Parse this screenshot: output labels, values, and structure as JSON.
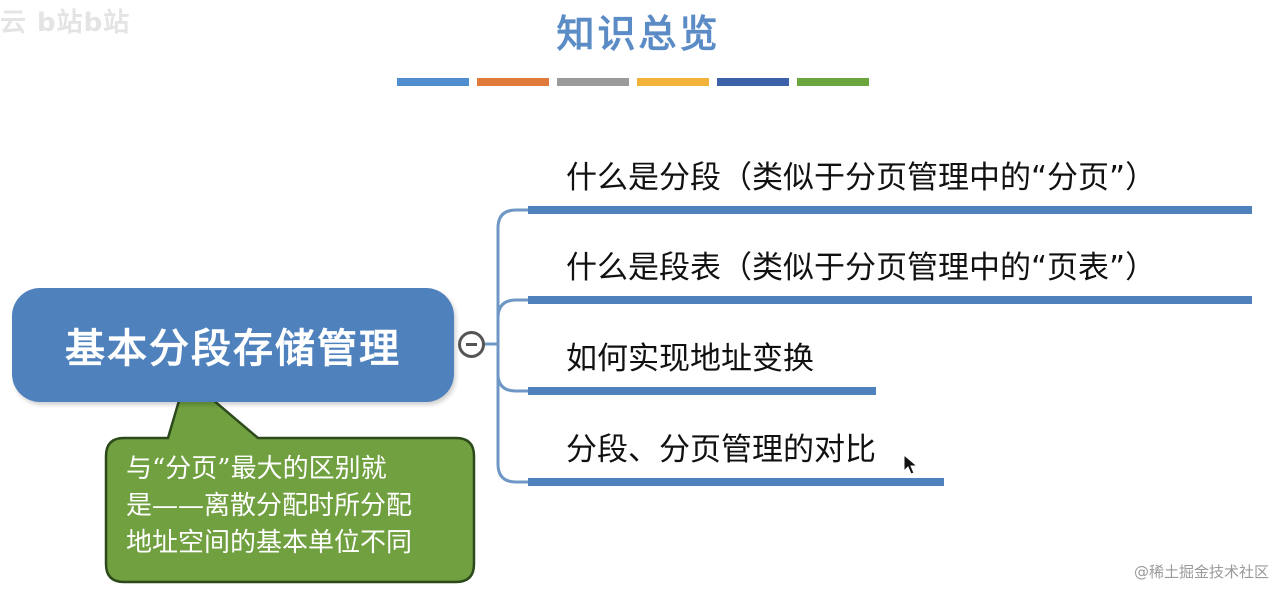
{
  "title": "知识总览",
  "corner_logo": "云 b站b站",
  "colors": {
    "title": "#5b8cc6",
    "central_fill": "#4f81bd",
    "branch_line": "#4f81bd",
    "callout_fill": "#70a040",
    "callout_border": "#2d4a1c",
    "title_bars": [
      "#4f8fcf",
      "#e07a3a",
      "#9a9a9a",
      "#f2b33a",
      "#3c62aa",
      "#6aa53d"
    ]
  },
  "central_node": {
    "label": "基本分段存储管理"
  },
  "branches": [
    {
      "label": "什么是分段（类似于分页管理中的“分页”）"
    },
    {
      "label": "什么是段表（类似于分页管理中的“页表”）"
    },
    {
      "label": "如何实现地址变换"
    },
    {
      "label": "分段、分页管理的对比"
    }
  ],
  "callout": {
    "lines": [
      "与“分页”最大的区别就",
      "是——离散分配时所分配",
      "地址空间的基本单位不同"
    ]
  },
  "watermark": "@稀土掘金技术社区"
}
